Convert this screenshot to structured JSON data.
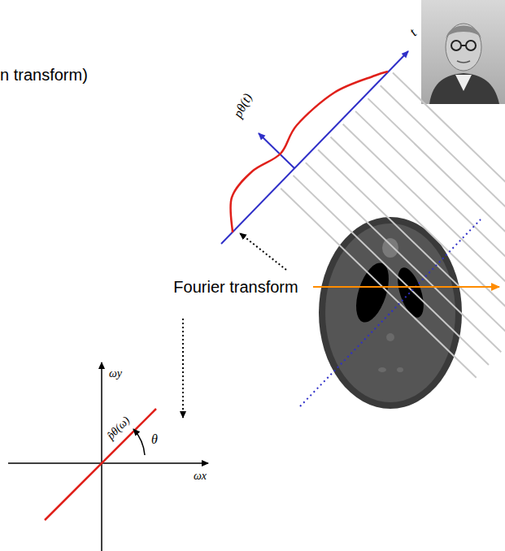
{
  "diagram": {
    "labels": [
      "n transform)",
      "pθ(t)",
      "t",
      "Fourier transform",
      "ωy",
      "p̂θ(ω)",
      "θ",
      "ωx"
    ]
  }
}
